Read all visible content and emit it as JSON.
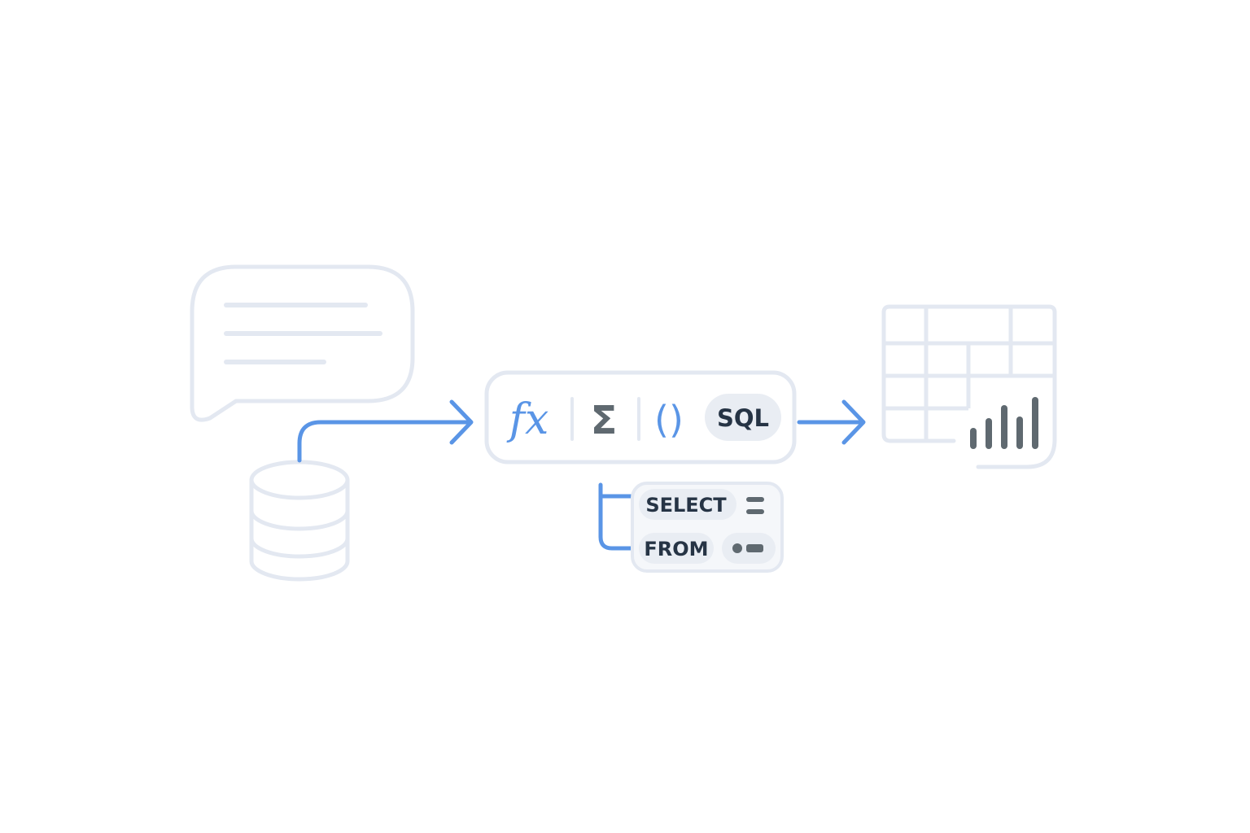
{
  "colors": {
    "background": "#ffffff",
    "outline": "#e3e8f1",
    "accent": "#5a95e6",
    "dark": "#5f6970",
    "text": "#263445",
    "chip": "#e9edf3"
  },
  "icons": {
    "source_chat": "chat-bubble-icon",
    "source_db": "database-icon",
    "output": "table-chart-icon",
    "sql_rows": "list-lines-icon",
    "sql_toggle": "toggle-icon"
  },
  "formula_bar": {
    "fx": "fx",
    "sigma": "Σ",
    "parens": "()",
    "sql_chip": "SQL"
  },
  "sql_panel": {
    "select": "SELECT",
    "from": "FROM"
  }
}
